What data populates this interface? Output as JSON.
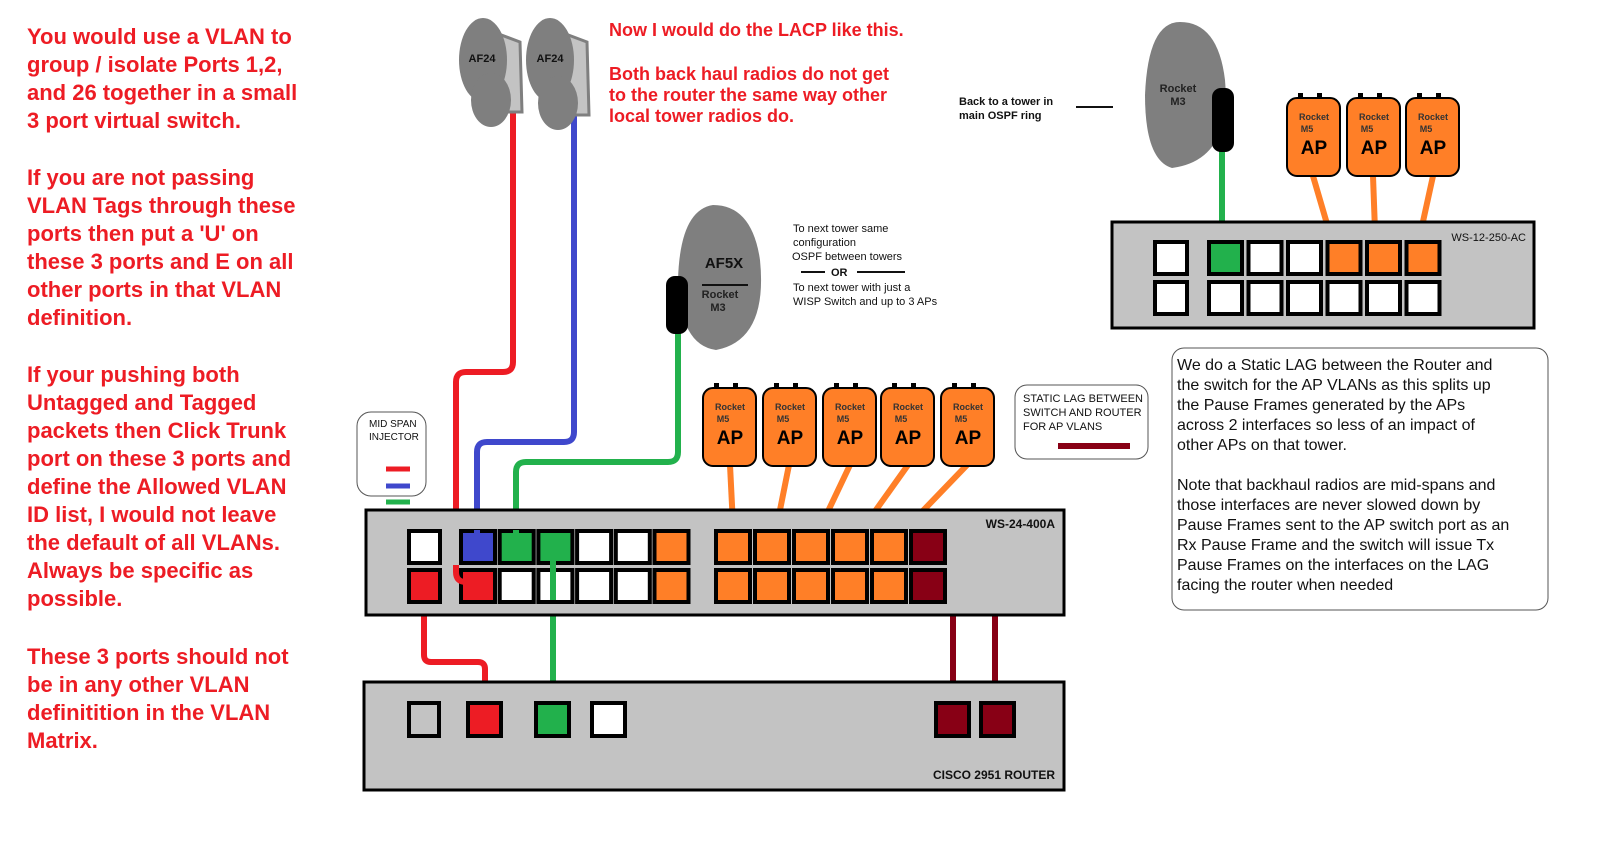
{
  "left_notes": [
    "You would use a VLAN to\ngroup / isolate Ports 1,2,\nand 26 together in a small\n3 port virtual switch.",
    "If you are not passing\nVLAN Tags through these\nports then put a 'U' on\nthese 3 ports and E on all\nother ports in that VLAN\ndefinition.",
    "If your pushing both\nUntagged and Tagged\npackets then Click Trunk\nport on these 3 ports and\ndefine the Allowed VLAN\nID list, I would not leave\nthe default of all VLANs.\nAlways be specific as\npossible.",
    "These 3 ports should not\nbe in any other VLAN\ndefinitition in the VLAN\nMatrix."
  ],
  "top_note": {
    "line1": "Now I would do the LACP like this.",
    "line2": "Both back haul radios do not get\nto the router the same way other\nlocal tower radios do."
  },
  "radios": {
    "af24_label": "AF24",
    "af5x_label": "AF5X",
    "rocket_m3_label": "Rocket\nM3",
    "ap_top": "Rocket",
    "ap_mid": "M5",
    "ap_big": "AP"
  },
  "next_tower": {
    "line1": "To next tower same\nconfiguration",
    "line2": "OSPF between towers",
    "or": "OR",
    "line3": "To next tower with just a\nWISP Switch and up to 3 APs"
  },
  "back_tower": "Back to a tower in\nmain OSPF ring",
  "legend_midspan": {
    "title": "MID SPAN\nINJECTOR",
    "colors": [
      "#ed1c24",
      "#3f48cc",
      "#22b14c"
    ]
  },
  "legend_lag": {
    "title": "STATIC LAG BETWEEN\nSWITCH AND ROUTER\nFOR AP VLANS",
    "color": "#880015"
  },
  "devices": {
    "main_switch": "WS-24-400A",
    "remote_switch": "WS-12-250-AC",
    "router": "CISCO 2951 ROUTER"
  },
  "lag_note": {
    "para1": "We do a Static LAG between the Router and\nthe switch for the AP VLANs as this splits up\nthe Pause Frames generated by the APs\nacross 2 interfaces so less of an impact of\nother APs on that tower.",
    "para2": "Note that backhaul radios are mid-spans and\nthose interfaces are never slowed down by\nPause Frames sent to the AP switch port as an\nRx Pause Frame and the switch will issue Tx\nPause Frames on the interfaces on the LAG\nfacing the router when needed"
  },
  "colors": {
    "red": "#ed1c24",
    "blue": "#3f48cc",
    "green": "#22b14c",
    "orange": "#ff7f27",
    "maroon": "#880015",
    "device_gray": "#c3c3c3",
    "radio_gray": "#7f7f7f"
  }
}
